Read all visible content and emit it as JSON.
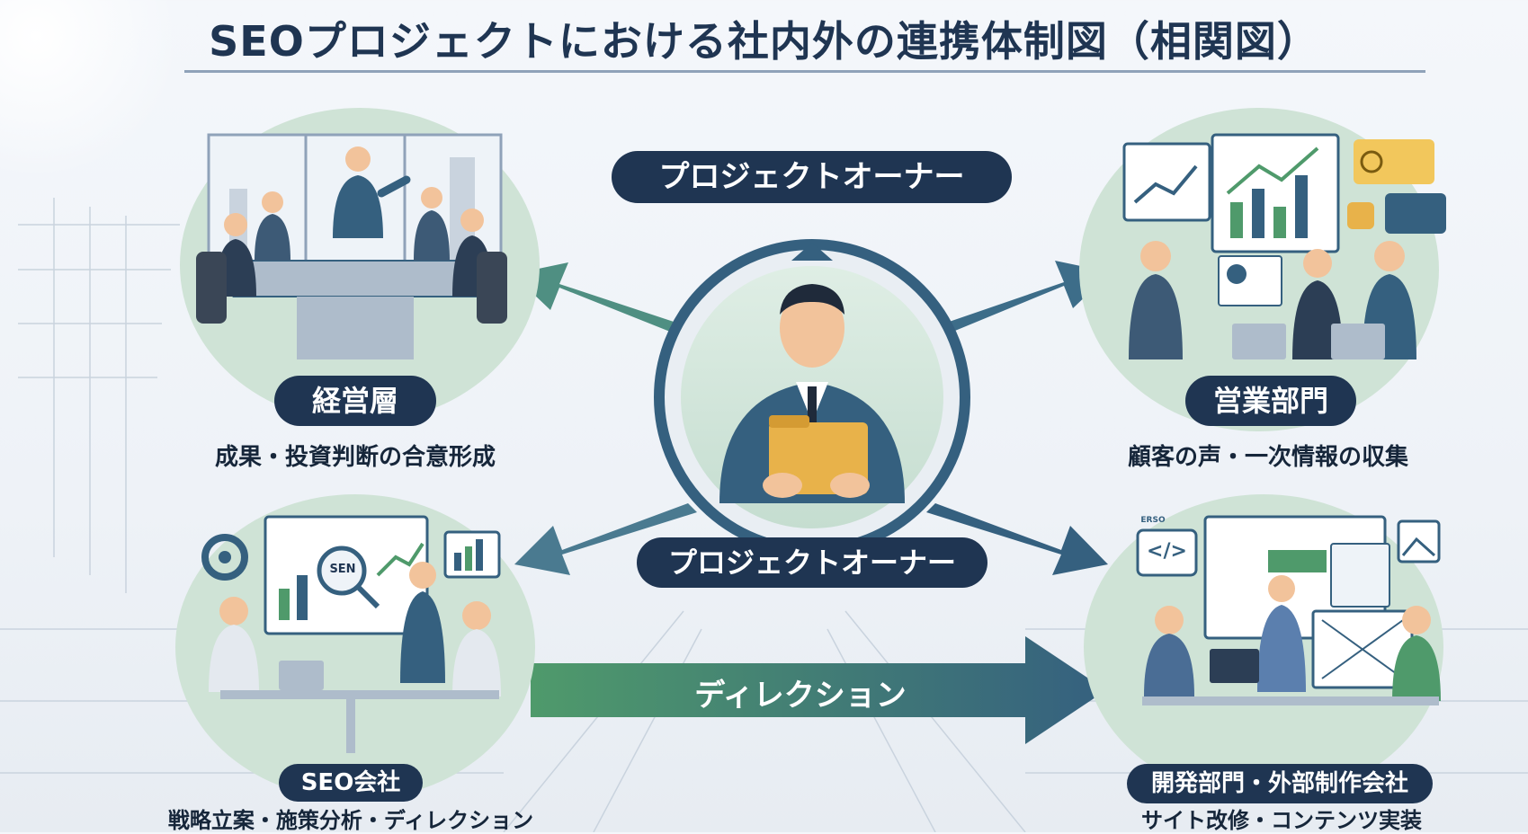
{
  "title": "SEOプロジェクトにおける社内外の連携体制図（相関図）",
  "center": {
    "top_label": "プロジェクトオーナー",
    "bottom_label": "プロジェクトオーナー"
  },
  "nodes": {
    "executive": {
      "label": "経営層",
      "caption": "成果・投資判断の合意形成"
    },
    "sales": {
      "label": "営業部門",
      "caption": "顧客の声・一次情報の収集"
    },
    "seo": {
      "label": "SEO会社",
      "caption": "戦略立案・施策分析・ディレクション",
      "screen_text": "SEN"
    },
    "dev": {
      "label": "開発部門・外部制作会社",
      "caption": "サイト改修・コンテンツ実装",
      "window_text": "ERSO",
      "code_symbol": "</>"
    }
  },
  "direction_arrow": {
    "label": "ディレクション"
  },
  "colors": {
    "navy": "#1f3552",
    "steel": "#35607f",
    "green": "#4f9a6b",
    "blob": "#cfe3d6",
    "folder": "#e8b24a"
  },
  "icons": [
    "gear-icon",
    "chart-icon",
    "smiley-icon",
    "thumbs-up-icon",
    "chat-icon",
    "image-icon",
    "code-icon",
    "magnifier-icon"
  ]
}
